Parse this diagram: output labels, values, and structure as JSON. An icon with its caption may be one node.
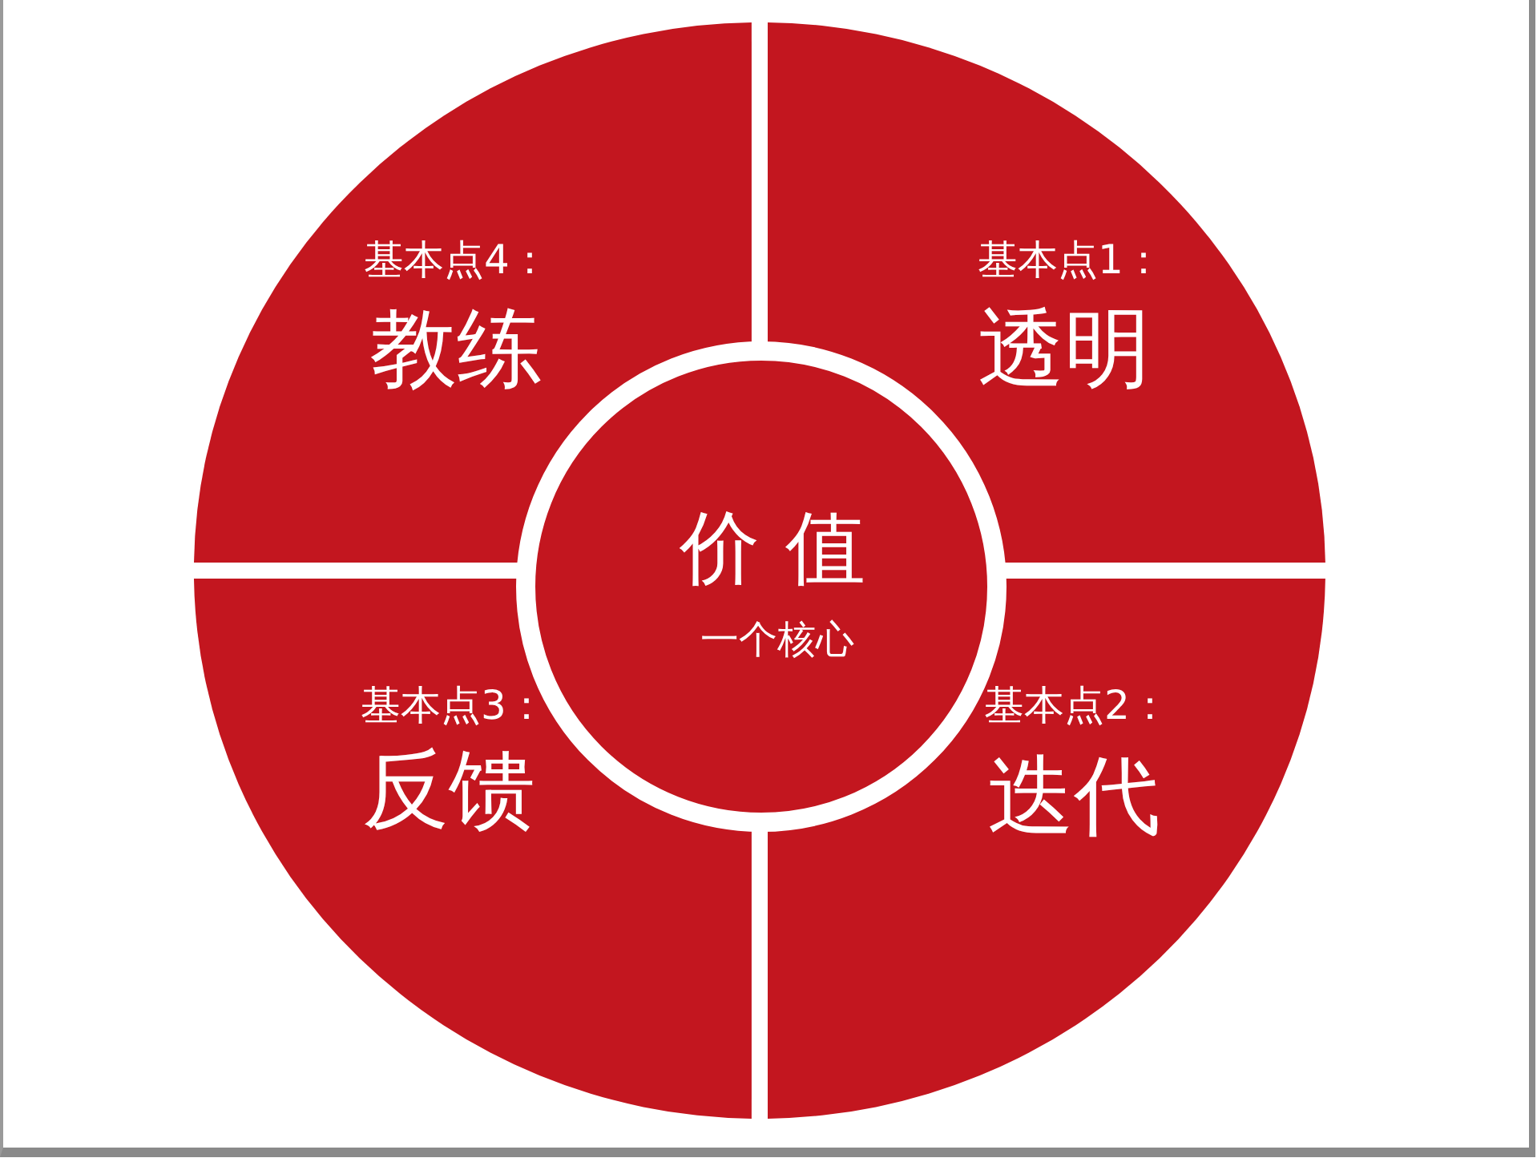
{
  "diagram": {
    "nodes": [
      {
        "text": [
          "基本点4：",
          "教练"
        ]
      },
      {
        "text": [
          "基本点1：",
          "透明"
        ]
      },
      {
        "text": [
          "价 值",
          "一个核心"
        ]
      },
      {
        "text": [
          "基本点3：",
          "反馈"
        ]
      },
      {
        "text": [
          "基本点2：",
          "迭代"
        ]
      }
    ]
  }
}
